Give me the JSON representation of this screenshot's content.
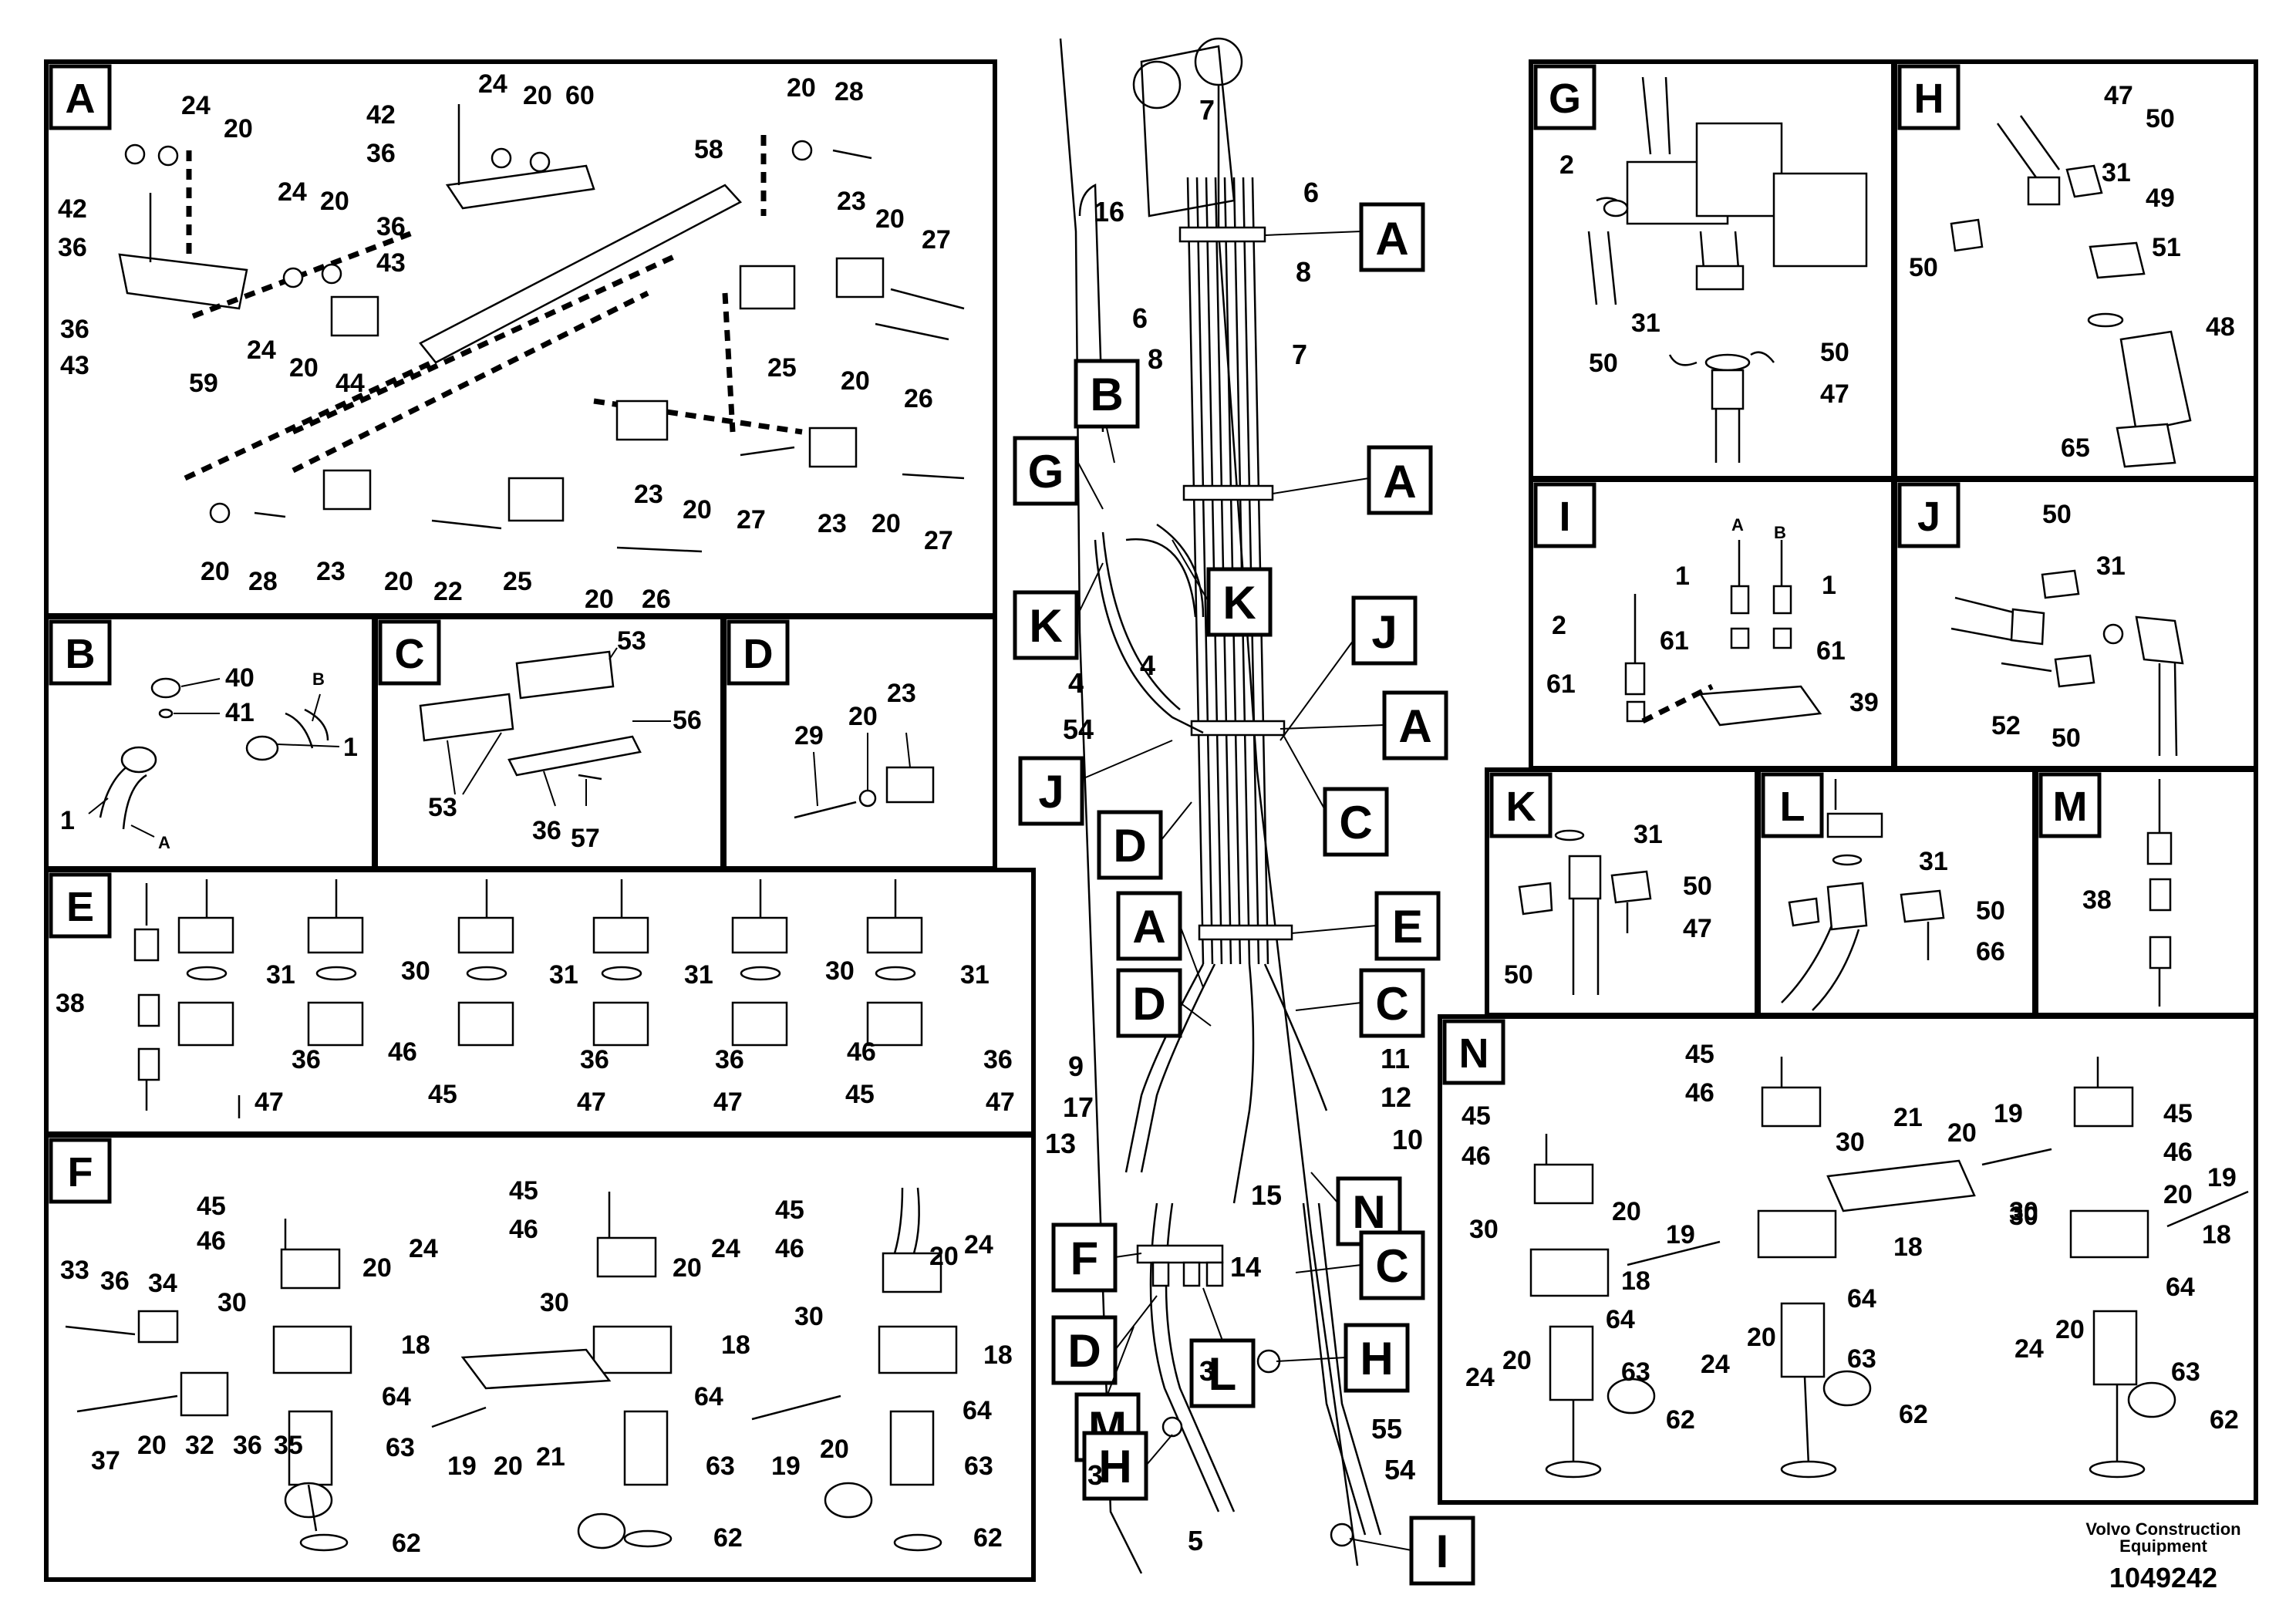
{
  "brand": {
    "line1": "Volvo Construction",
    "line2": "Equipment"
  },
  "drawing_number": "1049242",
  "panels": {
    "A": {
      "title": "A",
      "labels": [
        "24",
        "20",
        "42",
        "36",
        "24",
        "20",
        "60",
        "20",
        "28",
        "58",
        "42",
        "36",
        "24",
        "20",
        "23",
        "20",
        "27",
        "36",
        "43",
        "36",
        "43",
        "59",
        "24",
        "20",
        "44",
        "25",
        "20",
        "26",
        "20",
        "28",
        "23",
        "20",
        "27",
        "23",
        "20",
        "27",
        "23",
        "20",
        "22",
        "25",
        "20",
        "26"
      ]
    },
    "B": {
      "title": "B",
      "labels": [
        "40",
        "41",
        "B",
        "1",
        "1",
        "A"
      ]
    },
    "C": {
      "title": "C",
      "labels": [
        "53",
        "56",
        "53",
        "36",
        "57"
      ]
    },
    "D": {
      "title": "D",
      "labels": [
        "29",
        "20",
        "23"
      ]
    },
    "E": {
      "title": "E",
      "labels": [
        "31",
        "30",
        "31",
        "31",
        "30",
        "31",
        "38",
        "36",
        "46",
        "36",
        "36",
        "46",
        "36",
        "47",
        "45",
        "47",
        "47",
        "45",
        "47"
      ]
    },
    "F": {
      "title": "F",
      "labels": [
        "45",
        "46",
        "20",
        "24",
        "45",
        "46",
        "20",
        "24",
        "45",
        "46",
        "20",
        "24",
        "33",
        "36",
        "34",
        "30",
        "18",
        "30",
        "18",
        "30",
        "18",
        "64",
        "64",
        "64",
        "37",
        "20",
        "32",
        "36",
        "35",
        "63",
        "19",
        "20",
        "21",
        "63",
        "19",
        "20",
        "63",
        "62",
        "62",
        "62"
      ]
    },
    "G": {
      "title": "G",
      "labels": [
        "2",
        "31",
        "50",
        "50",
        "47"
      ]
    },
    "H": {
      "title": "H",
      "labels": [
        "47",
        "50",
        "31",
        "49",
        "50",
        "51",
        "48",
        "65"
      ]
    },
    "I": {
      "title": "I",
      "labels": [
        "A",
        "B",
        "1",
        "1",
        "2",
        "61",
        "61",
        "61",
        "39"
      ]
    },
    "J": {
      "title": "J",
      "labels": [
        "50",
        "31",
        "52",
        "50"
      ]
    },
    "K": {
      "title": "K",
      "labels": [
        "31",
        "50",
        "47",
        "50"
      ]
    },
    "L": {
      "title": "L",
      "labels": [
        "31",
        "50",
        "66"
      ]
    },
    "M": {
      "title": "M",
      "labels": [
        "38"
      ]
    },
    "N": {
      "title": "N",
      "labels": [
        "45",
        "46",
        "45",
        "46",
        "20",
        "19",
        "30",
        "21",
        "20",
        "19",
        "45",
        "46",
        "20",
        "19",
        "30",
        "18",
        "30",
        "18",
        "30",
        "18",
        "24",
        "20",
        "64",
        "24",
        "20",
        "64",
        "24",
        "20",
        "64",
        "63",
        "62",
        "63",
        "62",
        "63",
        "62"
      ]
    }
  },
  "center": {
    "callouts": [
      "A",
      "B",
      "G",
      "K",
      "K",
      "A",
      "J",
      "A",
      "J",
      "C",
      "D",
      "A",
      "E",
      "D",
      "C",
      "F",
      "N",
      "D",
      "L",
      "M",
      "C",
      "H",
      "H",
      "I"
    ],
    "labels": [
      "7",
      "16",
      "6",
      "8",
      "6",
      "8",
      "7",
      "4",
      "4",
      "54",
      "9",
      "17",
      "13",
      "11",
      "12",
      "10",
      "15",
      "14",
      "3",
      "3",
      "5",
      "55",
      "54"
    ]
  }
}
